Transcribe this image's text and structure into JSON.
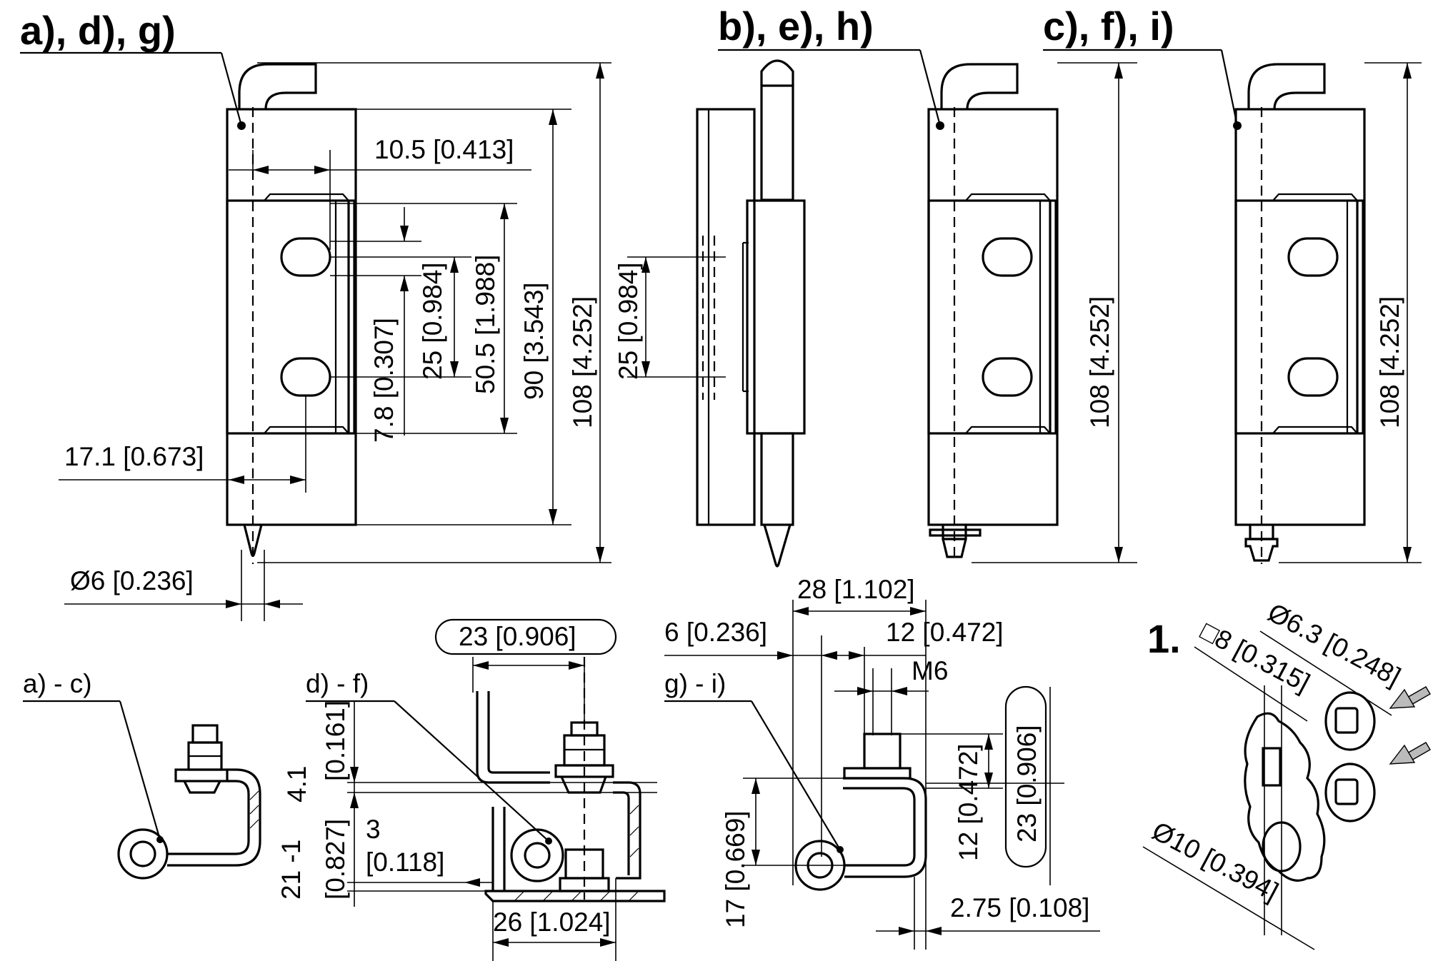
{
  "view_headers": {
    "adg": "a), d), g)",
    "beh": "b), e), h)",
    "cfi": "c), f), i)"
  },
  "section_labels": {
    "ac": "a) - c)",
    "df": "d) - f)",
    "gi": "g) - i)"
  },
  "detail": {
    "number": "1.",
    "square": "□8 [0.315]",
    "bore": "Ø6.3 [0.248]",
    "outer": "Ø10 [0.394]"
  },
  "dimensions": {
    "d_10_5": "10.5 [0.413]",
    "d_17_1": "17.1 [0.673]",
    "d_pin": "Ø6 [0.236]",
    "d_7_8": "7.8 [0.307]",
    "d_25_a": "25 [0.984]",
    "d_50_5": "50.5 [1.988]",
    "d_90": "90 [3.543]",
    "d_108_a": "108 [4.252]",
    "d_25_b": "25 [0.984]",
    "d_108_b": "108 [4.252]",
    "d_108_c": "108 [4.252]",
    "d_23_top": "23 [0.906]",
    "d_4_1": "4.1",
    "d_4_1_in": "[0.161]",
    "d_3": "3",
    "d_3_in": "[0.118]",
    "d_21": "21 -1",
    "d_21_in": "[0.827]",
    "d_26": "26 [1.024]",
    "d_28": "28 [1.102]",
    "d_6": "6 [0.236]",
    "d_12_h": "12 [0.472]",
    "d_m6": "M6",
    "d_12_v": "12 [0.472]",
    "d_23_v": "23 [0.906]",
    "d_17": "17 [0.669]",
    "d_2_75": "2.75 [0.108]"
  }
}
